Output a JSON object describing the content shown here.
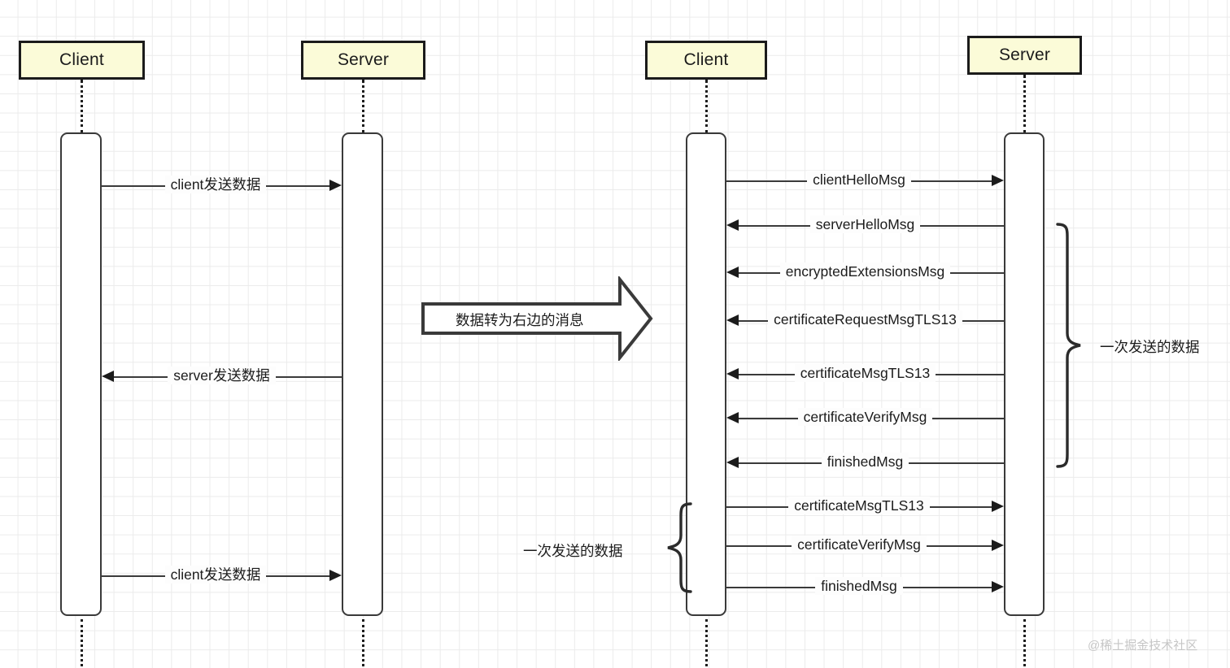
{
  "diagram": {
    "type": "uml-sequence",
    "watermark": "@稀土掘金技术社区",
    "left_panel": {
      "title_hidden": "",
      "participants": [
        {
          "name": "Client",
          "role": "client"
        },
        {
          "name": "Server",
          "role": "server"
        }
      ],
      "messages": [
        {
          "label": "client发送数据",
          "from": "Client",
          "to": "Server",
          "direction": "right"
        },
        {
          "label": "server发送数据",
          "from": "Server",
          "to": "Client",
          "direction": "left"
        },
        {
          "label": "client发送数据",
          "from": "Client",
          "to": "Server",
          "direction": "right"
        }
      ]
    },
    "transition": {
      "label": "数据转为右边的消息",
      "direction": "right"
    },
    "right_panel": {
      "participants": [
        {
          "name": "Client",
          "role": "client"
        },
        {
          "name": "Server",
          "role": "server"
        }
      ],
      "messages": [
        {
          "label": "clientHelloMsg",
          "from": "Client",
          "to": "Server",
          "direction": "right"
        },
        {
          "label": "serverHelloMsg",
          "from": "Server",
          "to": "Client",
          "direction": "left"
        },
        {
          "label": "encryptedExtensionsMsg",
          "from": "Server",
          "to": "Client",
          "direction": "left"
        },
        {
          "label": "certificateRequestMsgTLS13",
          "from": "Server",
          "to": "Client",
          "direction": "left"
        },
        {
          "label": "certificateMsgTLS13",
          "from": "Server",
          "to": "Client",
          "direction": "left"
        },
        {
          "label": "certificateVerifyMsg",
          "from": "Server",
          "to": "Client",
          "direction": "left"
        },
        {
          "label": "finishedMsg",
          "from": "Server",
          "to": "Client",
          "direction": "left"
        },
        {
          "label": "certificateMsgTLS13",
          "from": "Client",
          "to": "Server",
          "direction": "right"
        },
        {
          "label": "certificateVerifyMsg",
          "from": "Client",
          "to": "Server",
          "direction": "right"
        },
        {
          "label": "finishedMsg",
          "from": "Client",
          "to": "Server",
          "direction": "right"
        }
      ],
      "annotations": [
        {
          "label": "一次发送的数据",
          "side": "right",
          "covers": "serverHelloMsg..finishedMsg"
        },
        {
          "label": "一次发送的数据",
          "side": "left",
          "covers": "certificateMsgTLS13..finishedMsg"
        }
      ]
    },
    "colors": {
      "participant_fill": "#fbfbd8",
      "participant_border": "#1b1b1b",
      "line": "#3a3a3a",
      "grid": "#ebebeb",
      "background": "#ffffff",
      "watermark": "#c6c6c6"
    }
  }
}
